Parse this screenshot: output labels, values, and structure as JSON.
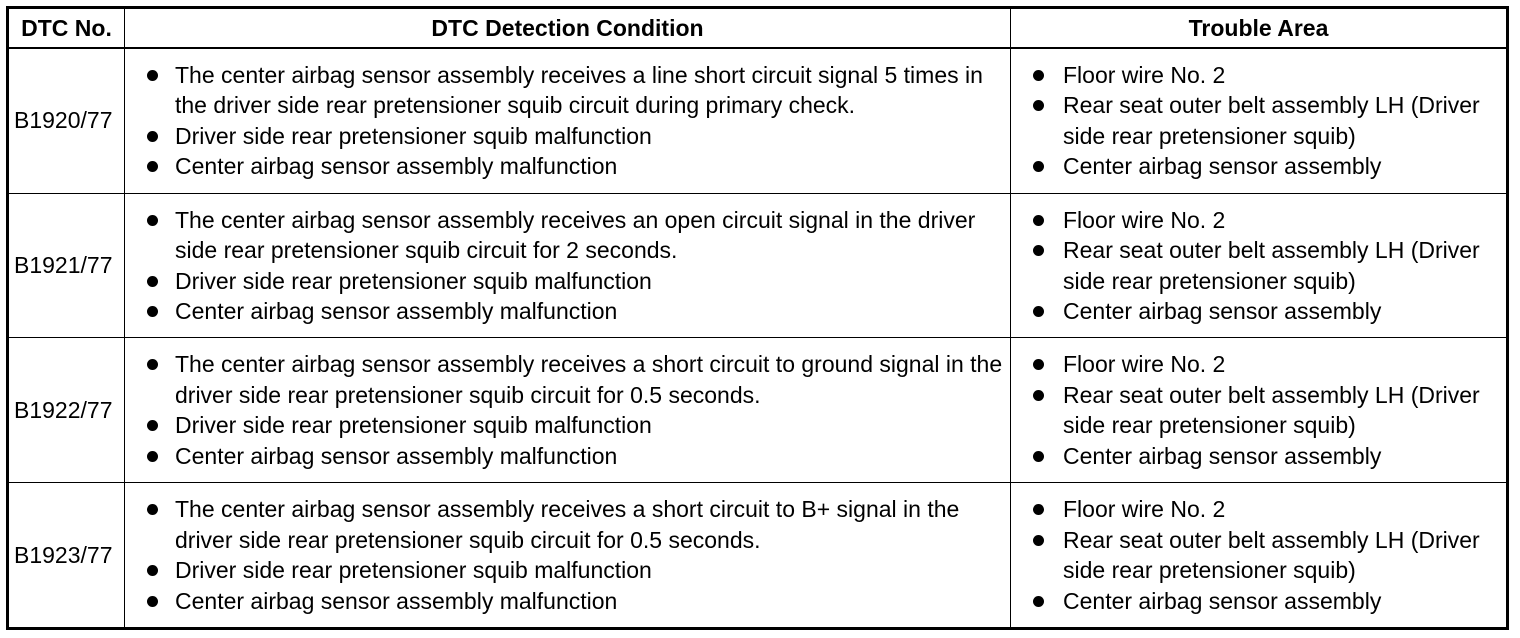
{
  "headers": {
    "dtc_no": "DTC No.",
    "condition": "DTC Detection Condition",
    "trouble_area": "Trouble Area"
  },
  "rows": [
    {
      "dtc": "B1920/77",
      "conditions": [
        "The center airbag sensor assembly receives a line short circuit signal 5 times in the driver side rear pretensioner squib circuit during primary check.",
        "Driver side rear pretensioner squib malfunction",
        "Center airbag sensor assembly malfunction"
      ],
      "areas": [
        "Floor wire No. 2",
        "Rear seat outer belt assembly LH (Driver side rear pretensioner squib)",
        "Center airbag sensor assembly"
      ]
    },
    {
      "dtc": "B1921/77",
      "conditions": [
        "The center airbag sensor assembly receives an open circuit signal in the driver side rear pretensioner squib circuit for 2 seconds.",
        "Driver side rear pretensioner squib malfunction",
        "Center airbag sensor assembly malfunction"
      ],
      "areas": [
        "Floor wire No. 2",
        "Rear seat outer belt assembly LH (Driver side rear pretensioner squib)",
        "Center airbag sensor assembly"
      ]
    },
    {
      "dtc": "B1922/77",
      "conditions": [
        "The center airbag sensor assembly receives a short circuit to ground signal in the driver side rear pretensioner squib circuit for 0.5 seconds.",
        "Driver side rear pretensioner squib malfunction",
        "Center airbag sensor assembly malfunction"
      ],
      "areas": [
        "Floor wire No. 2",
        "Rear seat outer belt assembly LH (Driver side rear pretensioner squib)",
        "Center airbag sensor assembly"
      ]
    },
    {
      "dtc": "B1923/77",
      "conditions": [
        "The center airbag sensor assembly receives a short circuit to B+ signal in the driver side rear pretensioner squib circuit for 0.5 seconds.",
        "Driver side rear pretensioner squib malfunction",
        "Center airbag sensor assembly malfunction"
      ],
      "areas": [
        "Floor wire No. 2",
        "Rear seat outer belt assembly LH (Driver side rear pretensioner squib)",
        "Center airbag sensor assembly"
      ]
    }
  ]
}
